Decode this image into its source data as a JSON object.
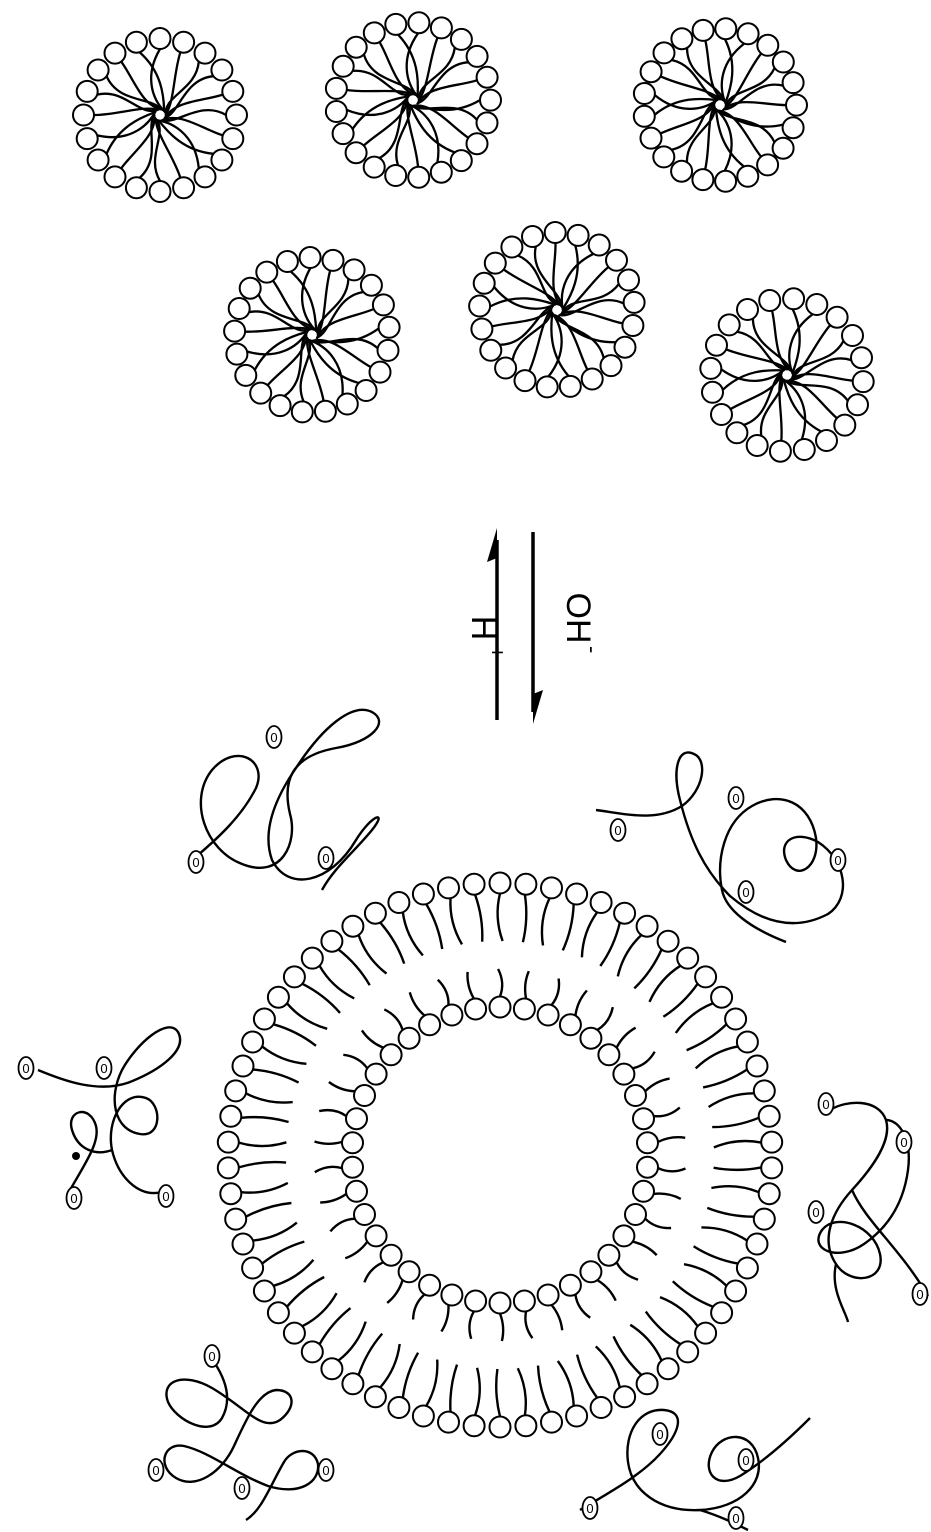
{
  "labels": {
    "acid": "H",
    "acid_charge": "+",
    "base": "OH",
    "base_charge": "-"
  },
  "head_label": "0",
  "colors": {
    "ink": "#000000",
    "paper": "#ffffff"
  }
}
